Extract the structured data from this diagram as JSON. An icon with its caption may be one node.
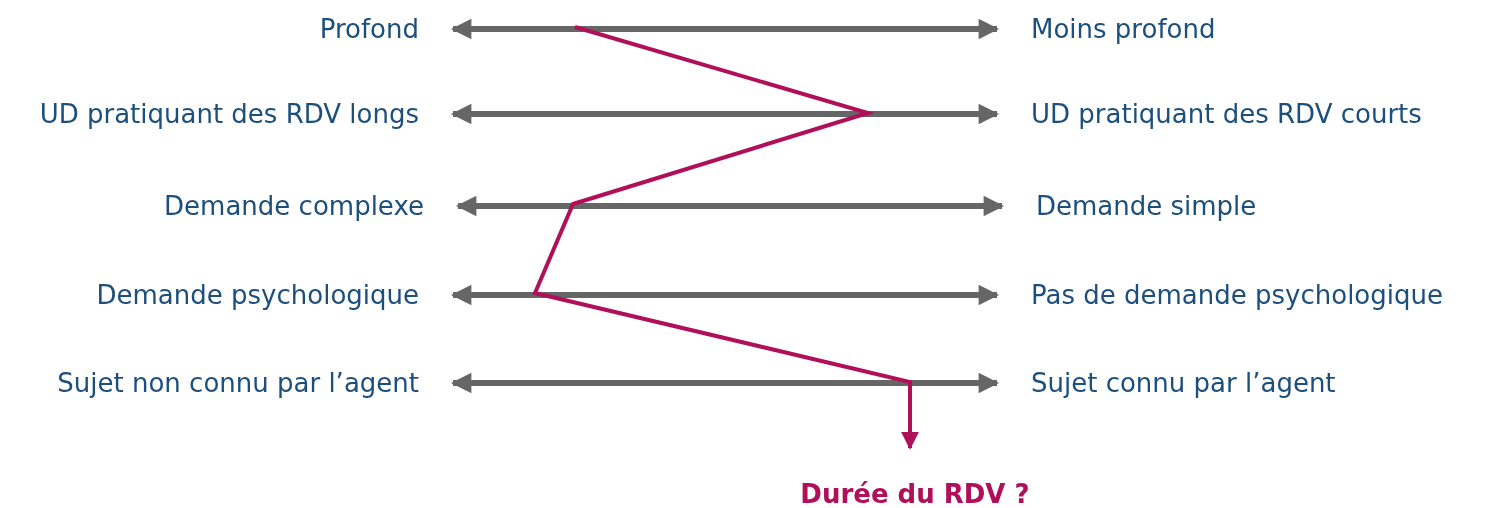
{
  "diagram": {
    "nodes": [
      {
        "text": [
          "Profond"
        ]
      },
      {
        "text": [
          "Moins profond"
        ]
      },
      {
        "text": [
          "UD pratiquant des RDV longs"
        ]
      },
      {
        "text": [
          "UD pratiquant des RDV courts"
        ]
      },
      {
        "text": [
          "Demande complexe"
        ]
      },
      {
        "text": [
          "Demande simple"
        ]
      },
      {
        "text": [
          "Demande psychologique"
        ]
      },
      {
        "text": [
          "Pas de demande psychologique"
        ]
      },
      {
        "text": [
          "Sujet non connu par l’agent"
        ]
      },
      {
        "text": [
          "Sujet connu par l’agent"
        ]
      },
      {
        "text": [
          "Durée du RDV ?"
        ]
      }
    ],
    "edges": [
      {
        "from": 0,
        "to": 1,
        "arrow": "both"
      },
      {
        "from": 2,
        "to": 3,
        "arrow": "both"
      },
      {
        "from": 4,
        "to": 5,
        "arrow": "both"
      },
      {
        "from": 6,
        "to": 7,
        "arrow": "both"
      },
      {
        "from": 8,
        "to": 9,
        "arrow": "both"
      },
      {
        "from": null,
        "to": 10,
        "arrow": "to",
        "color": "#b0105a"
      }
    ]
  }
}
